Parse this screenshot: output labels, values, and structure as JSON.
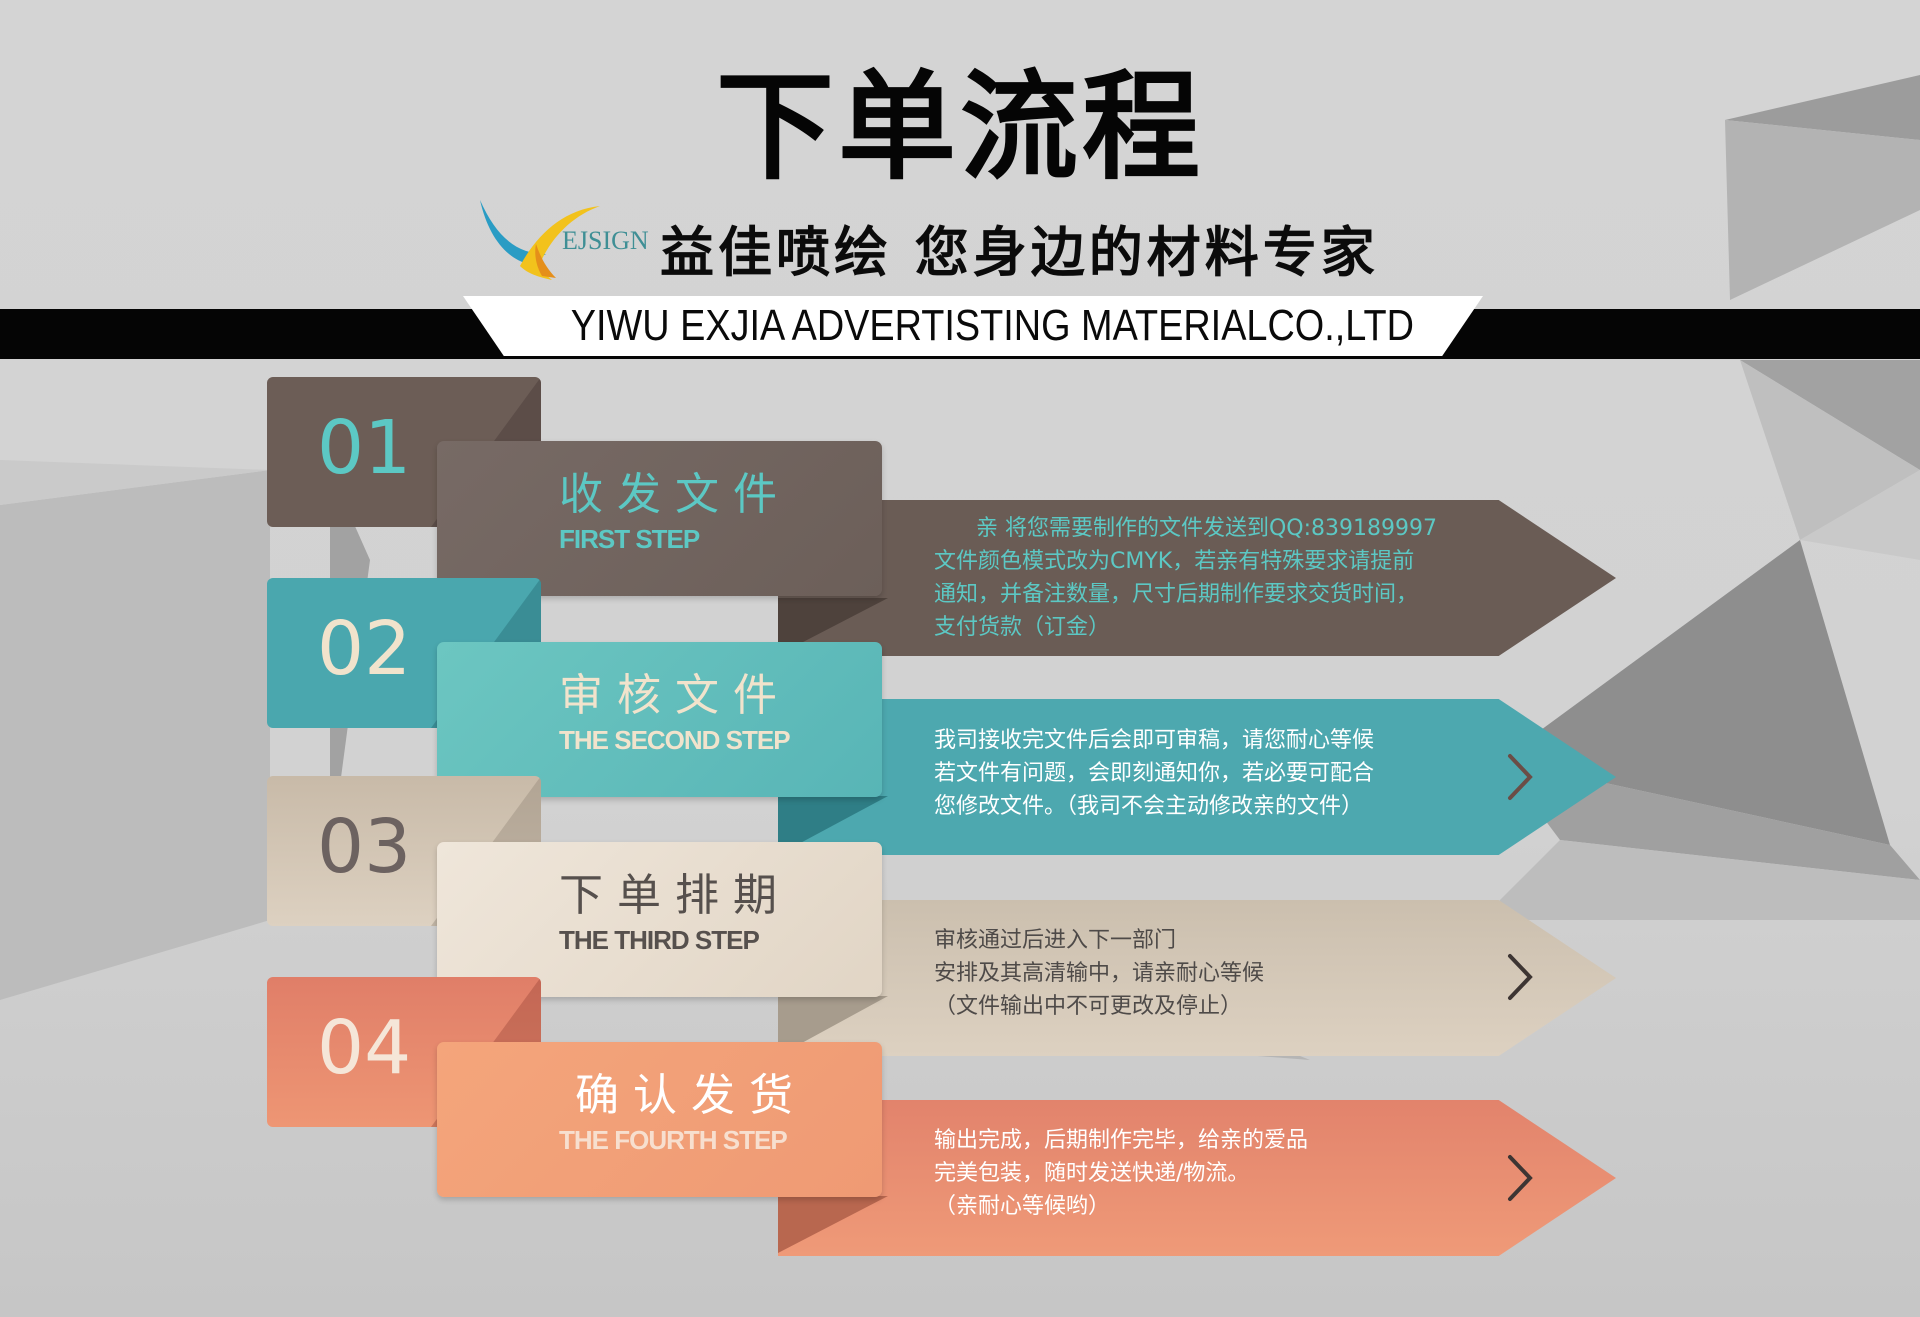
{
  "header": {
    "title": "下单流程",
    "logo_text": "EJSIGN",
    "subtitle": "益佳喷绘 您身边的材料专家",
    "company_name": "YIWU EXJIA ADVERTISTING MATERIALCO.,LTD"
  },
  "steps": [
    {
      "number": "01",
      "title_cn": "收发文件",
      "title_en": "FIRST STEP",
      "description": "      亲 将您需要制作的文件发送到QQ:839189997\n文件颜色模式改为CMYK，若亲有特殊要求请提前\n通知，并备注数量，尺寸后期制作要求交货时间，\n支付货款（订金）",
      "colors": {
        "box": "#6c5d56",
        "card": "#716560",
        "arrow": "#6a5c55",
        "number_text": "#5cc8c4",
        "title_text": "#5cc8c4",
        "desc_text": "#5cc8c4"
      },
      "icon": "none"
    },
    {
      "number": "02",
      "title_cn": "审核文件",
      "title_en": "THE SECOND STEP",
      "description": "我司接收完文件后会即可审稿，请您耐心等候\n若文件有问题，会即刻通知你，若必要可配合\n您修改文件。（我司不会主动修改亲的文件）",
      "colors": {
        "box": "#4aa7ae",
        "card": "#62bcbb",
        "arrow": "#4da8af",
        "number_text": "#f1e3cc",
        "title_text": "#f1e3cc",
        "desc_text": "#ffffff"
      },
      "icon": "chevron-right"
    },
    {
      "number": "03",
      "title_cn": "下单排期",
      "title_en": "THE THIRD STEP",
      "description": "审核通过后进入下一部门\n安排及其高清输中，请亲耐心等候\n（文件输出中不可更改及停止）",
      "colors": {
        "box": "#d3c6b5",
        "card": "#e7dccd",
        "arrow": "#d6cab9",
        "number_text": "#6c6260",
        "title_text": "#56504d",
        "desc_text": "#4e4a48"
      },
      "icon": "chevron-right"
    },
    {
      "number": "04",
      "title_cn": "确认发货",
      "title_en": "THE FOURTH STEP",
      "description": "输出完成，后期制作完毕，给亲的爱品\n完美包装，随时发送快递/物流。\n（亲耐心等候哟）",
      "colors": {
        "box": "#e5866d",
        "card": "#f19e78",
        "arrow": "#e68a6e",
        "number_text": "#f5e6d8",
        "title_text": "#ffffff",
        "desc_text": "#ffffff"
      },
      "icon": "chevron-right"
    }
  ]
}
